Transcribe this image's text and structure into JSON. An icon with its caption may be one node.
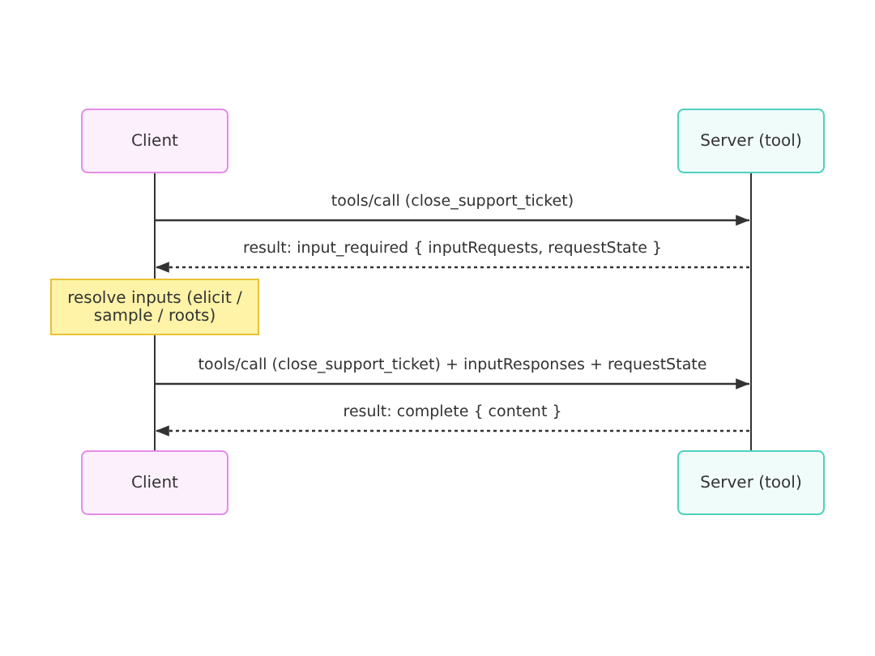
{
  "diagram": {
    "nodes": [
      {
        "text": [
          "Client"
        ]
      },
      {
        "text": [
          "Server (tool)"
        ]
      },
      {
        "text": [],
        "shape": "bar"
      },
      {
        "text": [],
        "shape": "bar"
      },
      {
        "text": [
          "resolve inputs (elicit / sample / roots)"
        ]
      },
      {
        "text": [],
        "shape": "bar"
      },
      {
        "text": [
          "Client"
        ]
      },
      {
        "text": [
          "Server (tool)"
        ]
      }
    ],
    "edges": [
      {
        "from": 2,
        "to": 3,
        "arrow": "to",
        "label": "tools/call (close_support_ticket)"
      },
      {
        "from": 3,
        "to": 2,
        "arrow": "to",
        "label": "result: input_required { inputRequests, requestState }",
        "style": "dashed"
      },
      {
        "from": 5,
        "to": 3,
        "arrow": "to",
        "label": "tools/call (close_support_ticket) + inputResponses + requestState"
      },
      {
        "from": 3,
        "to": 5,
        "arrow": "to",
        "label": "result: complete { content }",
        "style": "dashed"
      }
    ]
  }
}
